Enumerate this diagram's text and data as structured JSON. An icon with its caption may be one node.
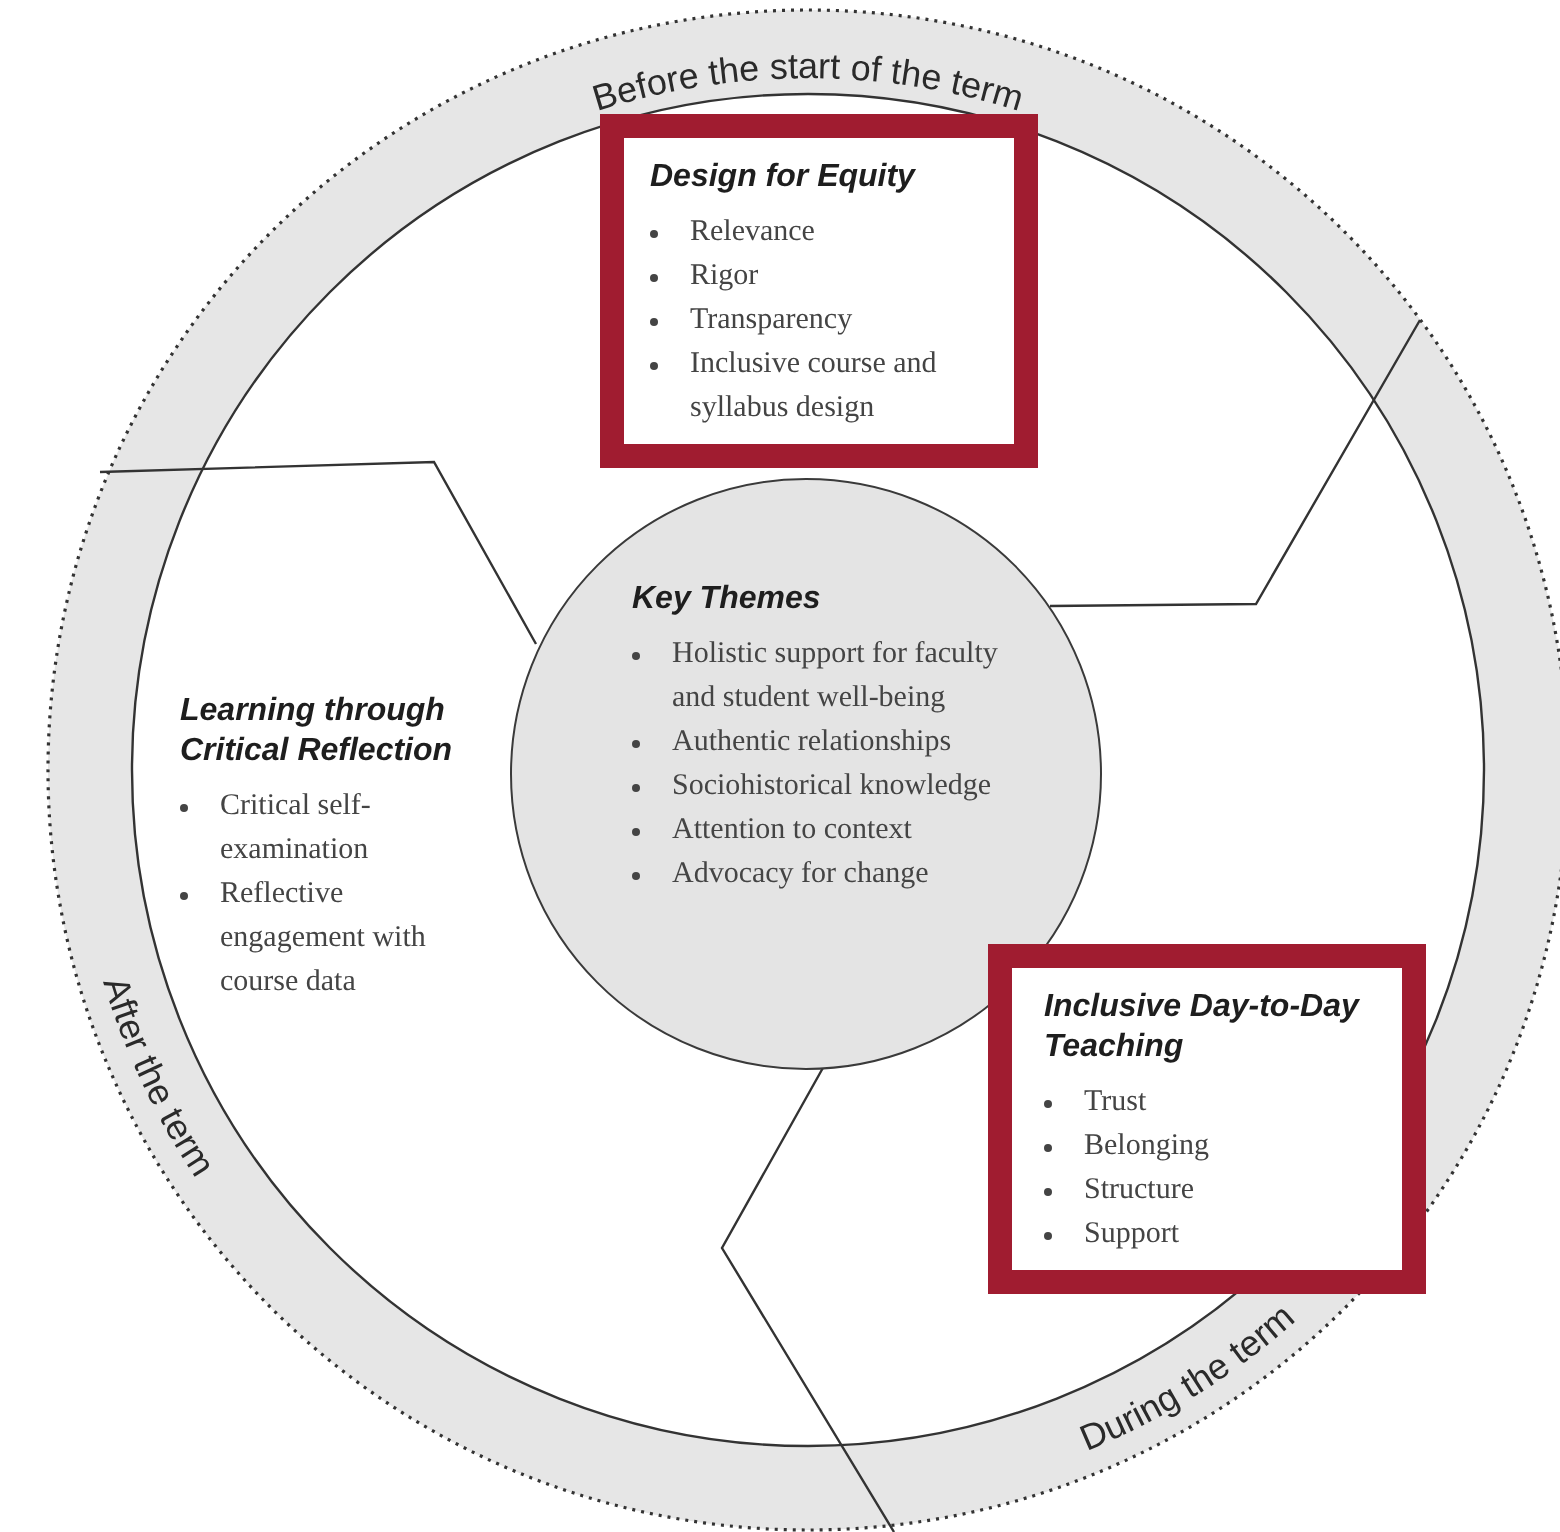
{
  "diagram": {
    "nodes": [
      {
        "text": [
          "Design for Equity",
          "Relevance",
          "Rigor",
          "Transparency",
          "Inclusive course and syllabus design"
        ]
      },
      {
        "text": [
          "Key Themes",
          "Holistic support for faculty and student well-being",
          "Authentic relationships",
          "Sociohistorical knowledge",
          "Attention to context",
          "Advocacy for change"
        ]
      },
      {
        "text": [
          "Learning through Critical Reflection",
          "Critical self-examination",
          "Reflective engagement with course data"
        ]
      },
      {
        "text": [
          "Inclusive Day-to-Day Teaching",
          "Trust",
          "Belonging",
          "Structure",
          "Support"
        ]
      }
    ],
    "labels": [
      "Before the start of the term",
      "After the term",
      "During the term"
    ]
  }
}
